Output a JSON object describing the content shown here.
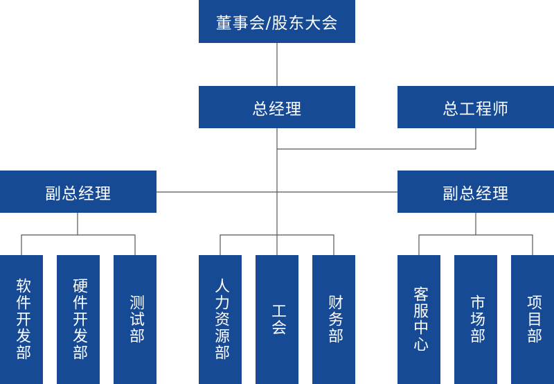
{
  "top": {
    "label": "董事会/股东大会"
  },
  "ceo": {
    "label": "总经理"
  },
  "chief_engineer": {
    "label": "总工程师"
  },
  "vp_left": {
    "label": "副总经理",
    "departments": [
      "软件开发部",
      "硬件开发部",
      "测试部"
    ]
  },
  "center_departments": [
    "人力资源部",
    "工会",
    "财务部"
  ],
  "vp_right": {
    "label": "副总经理",
    "departments": [
      "客服中心",
      "市场部",
      "项目部"
    ]
  },
  "colors": {
    "box": "#174a95",
    "line": "#555555",
    "text": "#ffffff"
  }
}
